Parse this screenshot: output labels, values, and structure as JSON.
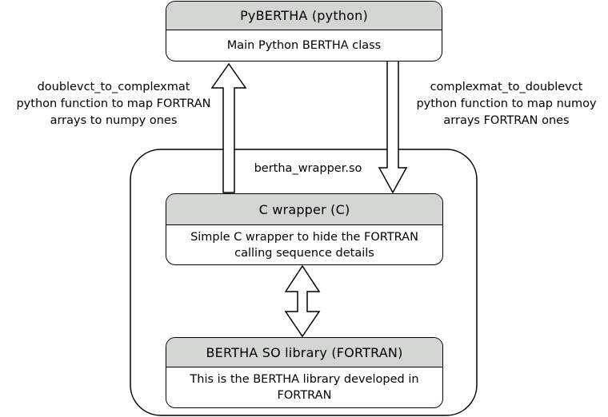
{
  "pybertha": {
    "title": "PyBERTHA (python)",
    "description": "Main Python BERTHA class"
  },
  "left_annotation": {
    "line1": "doublevct_to_complexmat",
    "line2": "python function to map FORTRAN",
    "line3": "arrays to numpy ones"
  },
  "right_annotation": {
    "line1": "complexmat_to_doublevct",
    "line2": "python function to map numoy",
    "line3": "arrays FORTRAN ones"
  },
  "shared_object": {
    "label": "bertha_wrapper.so"
  },
  "c_wrapper": {
    "title": "C wrapper (C)",
    "description_line1": "Simple C wrapper to hide the FORTRAN",
    "description_line2": "calling sequence details"
  },
  "bertha_library": {
    "title": "BERTHA SO library  (FORTRAN)",
    "description_line1": "This is the BERTHA library developed in",
    "description_line2": "FORTRAN"
  }
}
